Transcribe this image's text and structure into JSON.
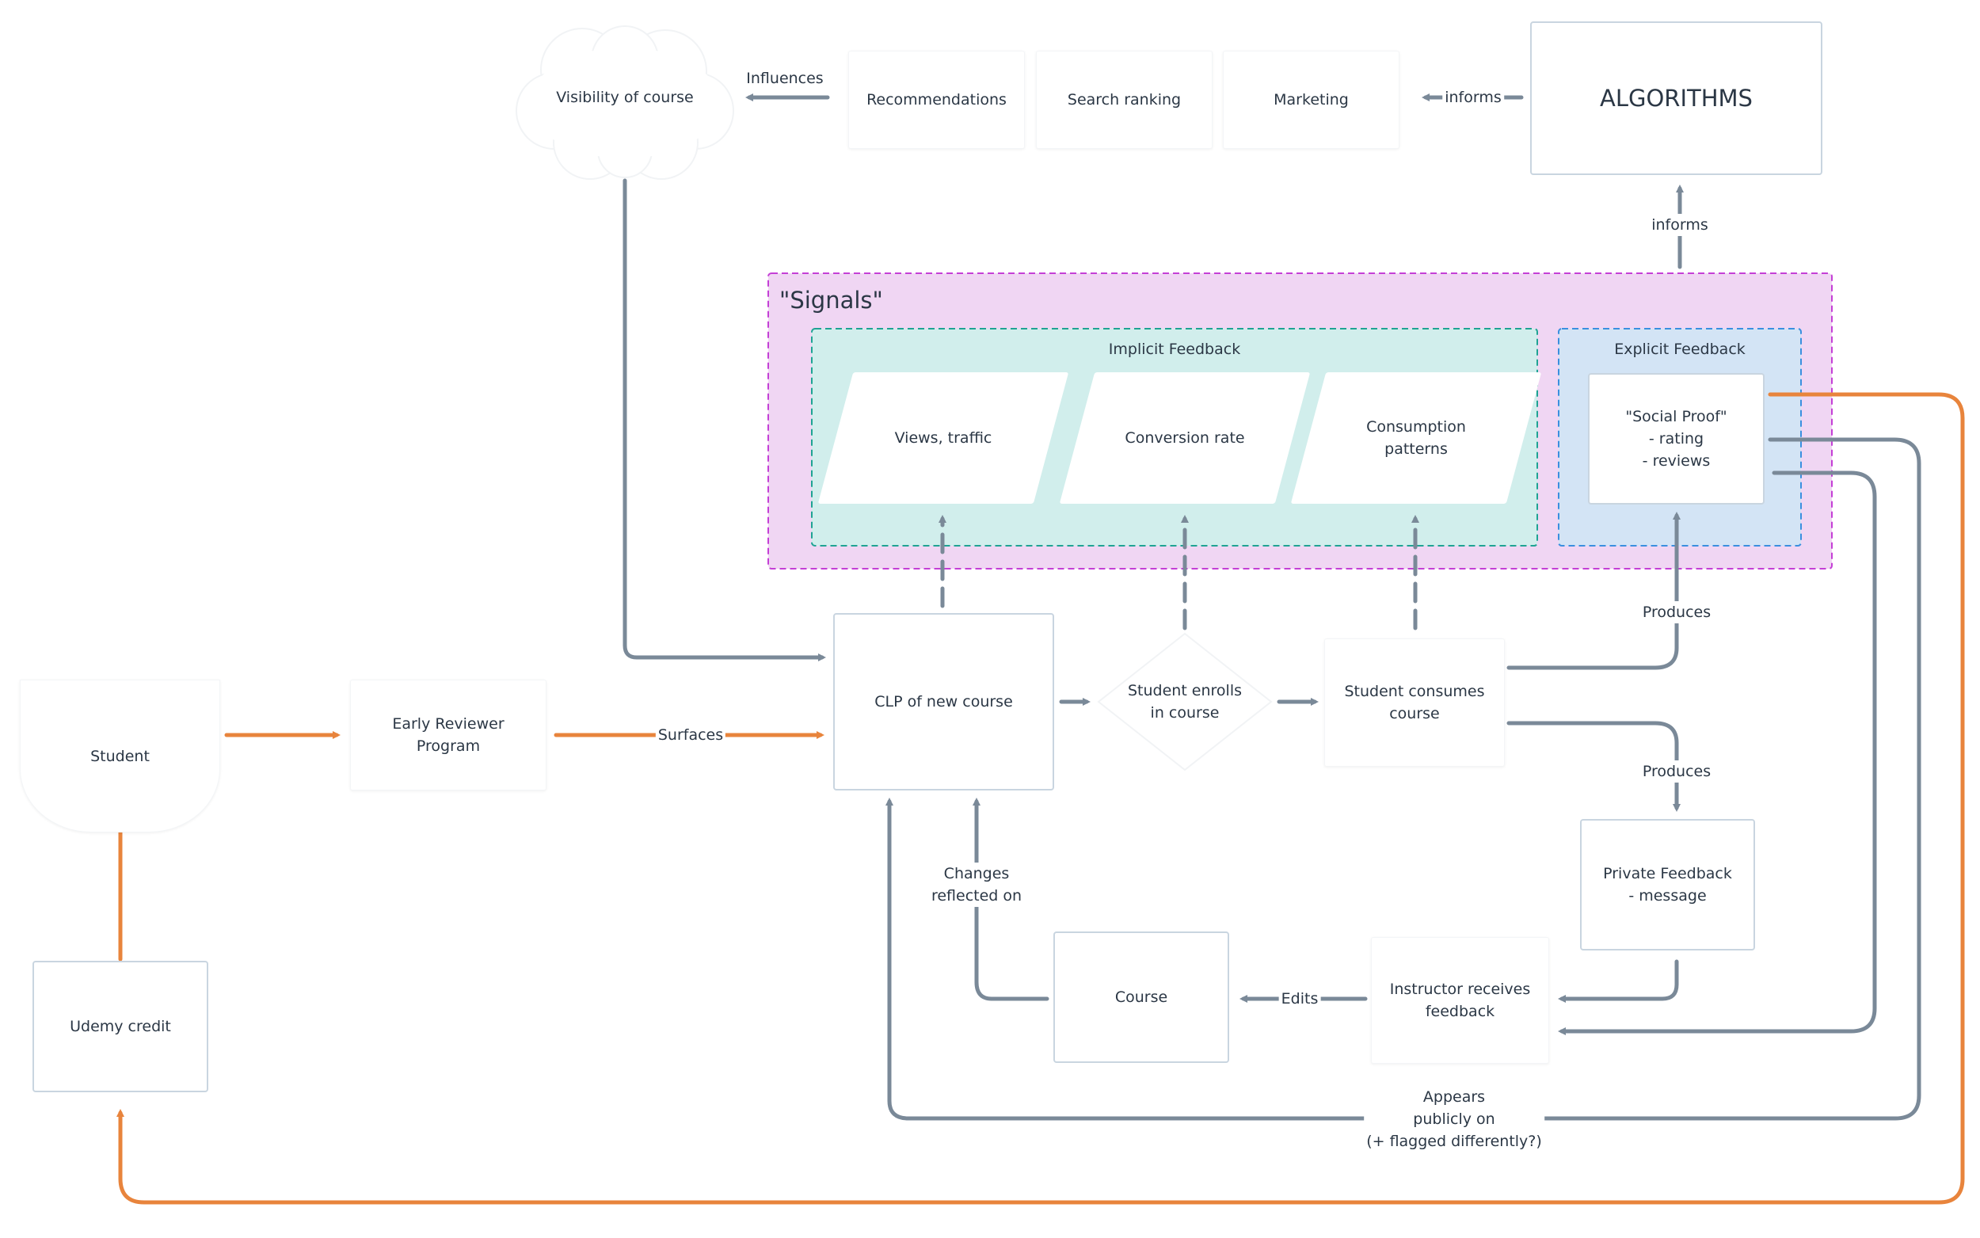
{
  "colors": {
    "line": "#7a8998",
    "orange": "#e8843c",
    "signals_bg": "#f0d6f3",
    "signals_border": "#c43fd6",
    "implicit_bg": "#d1eeec",
    "implicit_border": "#1fa393",
    "explicit_bg": "#d3e4f5",
    "explicit_border": "#3a8fdf"
  },
  "top_row": {
    "visibility": "Visibility of course",
    "influences_label": "Influences",
    "recommendations": "Recommendations",
    "search_ranking": "Search ranking",
    "marketing": "Marketing",
    "informs_left_label": "informs",
    "algorithms": "ALGORITHMS",
    "informs_up_label": "informs"
  },
  "signals": {
    "title": "\"Signals\"",
    "implicit": {
      "title": "Implicit Feedback",
      "items": [
        "Views, traffic",
        "Conversion rate",
        "Consumption\npatterns"
      ]
    },
    "explicit": {
      "title": "Explicit Feedback",
      "social_proof": "\"Social Proof\"\n- rating\n- reviews"
    }
  },
  "flow": {
    "student": "Student",
    "early_reviewer": "Early Reviewer\nProgram",
    "surfaces_label": "Surfaces",
    "clp": "CLP of new course",
    "enrolls": "Student enrolls\nin course",
    "consumes": "Student consumes\ncourse",
    "produces_up_label": "Produces",
    "produces_down_label": "Produces",
    "private_feedback": "Private Feedback\n- message",
    "instructor": "Instructor receives\nfeedback",
    "edits_label": "Edits",
    "course": "Course",
    "changes_label": "Changes\nreflected on",
    "appears_label": "Appears\npublicly on\n(+ flagged differently?)",
    "udemy_credit": "Udemy credit"
  }
}
